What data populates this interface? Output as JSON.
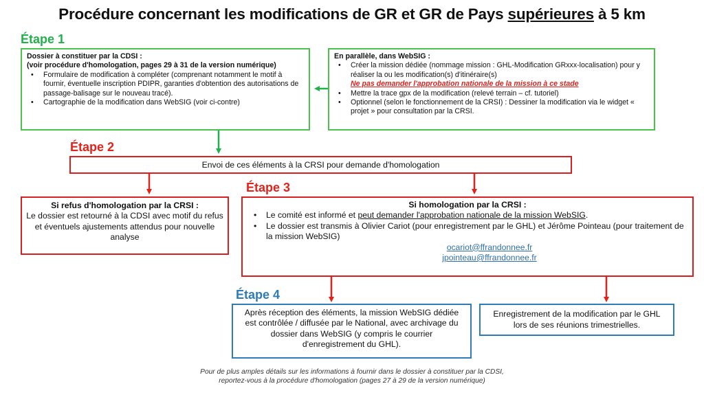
{
  "title": {
    "before": "Procédure concernant les modifications de GR et GR de Pays ",
    "underlined": "supérieures",
    "after": " à 5 km"
  },
  "steps": {
    "step1": "Étape 1",
    "step2": "Étape 2",
    "step3": "Étape 3",
    "step4": "Étape 4"
  },
  "box_cdsi": {
    "heading1": "Dossier à constituer par la CDSI :",
    "heading2": "(voir procédure d'homologation, pages 29 à 31 de la version numérique)",
    "items": [
      "Formulaire de modification à compléter (comprenant notamment le motif à fournir, éventuelle inscription PDIPR, garanties d'obtention des autorisations de passage-balisage sur le nouveau tracé).",
      "Cartographie de la modification dans WebSIG (voir ci-contre)"
    ]
  },
  "box_websig": {
    "heading": "En parallèle, dans WebSIG :",
    "item1": "Créer la mission dédiée (nommage mission : GHL-Modification GRxxx-localisation) pour y réaliser la ou les modification(s) d'itinéraire(s)",
    "item1_warning": "Ne pas demander l'approbation nationale de la mission à ce stade",
    "item2": "Mettre la trace gpx de la modification (relevé terrain – cf. tutoriel)",
    "item3": "Optionnel (selon le fonctionnement de la CRSI) : Dessiner la modification via le widget « projet » pour consultation par la CRSI."
  },
  "box_envoi": {
    "text": "Envoi de ces éléments à la CRSI pour demande d'homologation"
  },
  "box_refus": {
    "heading": "Si refus d'homologation par la CRSI :",
    "text": "Le dossier est retourné à la CDSI avec motif du refus et éventuels ajustements attendus pour nouvelle analyse"
  },
  "box_homolog": {
    "heading": "Si homologation par la CRSI :",
    "item1_before": "Le comité est informé et ",
    "item1_underlined": "peut demander l'approbation nationale de la mission WebSIG",
    "item1_after": ".",
    "item2": "Le dossier est transmis à Olivier Cariot (pour enregistrement par le GHL) et Jérôme Pointeau (pour traitement de la mission WebSIG)",
    "email1": "ocariot@ffrandonnee.fr",
    "email2": "jpointeau@ffrandonnee.fr"
  },
  "box_national": {
    "text": "Après réception des éléments, la mission WebSIG dédiée est contrôlée / diffusée par le National, avec archivage du dossier dans WebSIG (y compris le courrier d'enregistrement du GHL)."
  },
  "box_ghl": {
    "text": "Enregistrement de la modification par le GHL lors de ses réunions trimestrielles."
  },
  "footnote": {
    "line1": "Pour de plus amples détails sur les informations à fournir dans le dossier à constituer par la CDSI,",
    "line2": "reportez-vous à la procédure d'homologation (pages 27 à 29 de la version numérique)"
  },
  "colors": {
    "green": "#4cc04c",
    "red": "#d81f1f",
    "blue": "#2e7bb7",
    "step1": "#22b04a",
    "step2": "#e2231a",
    "step3": "#e2231a",
    "step4": "#2e7bb7"
  }
}
